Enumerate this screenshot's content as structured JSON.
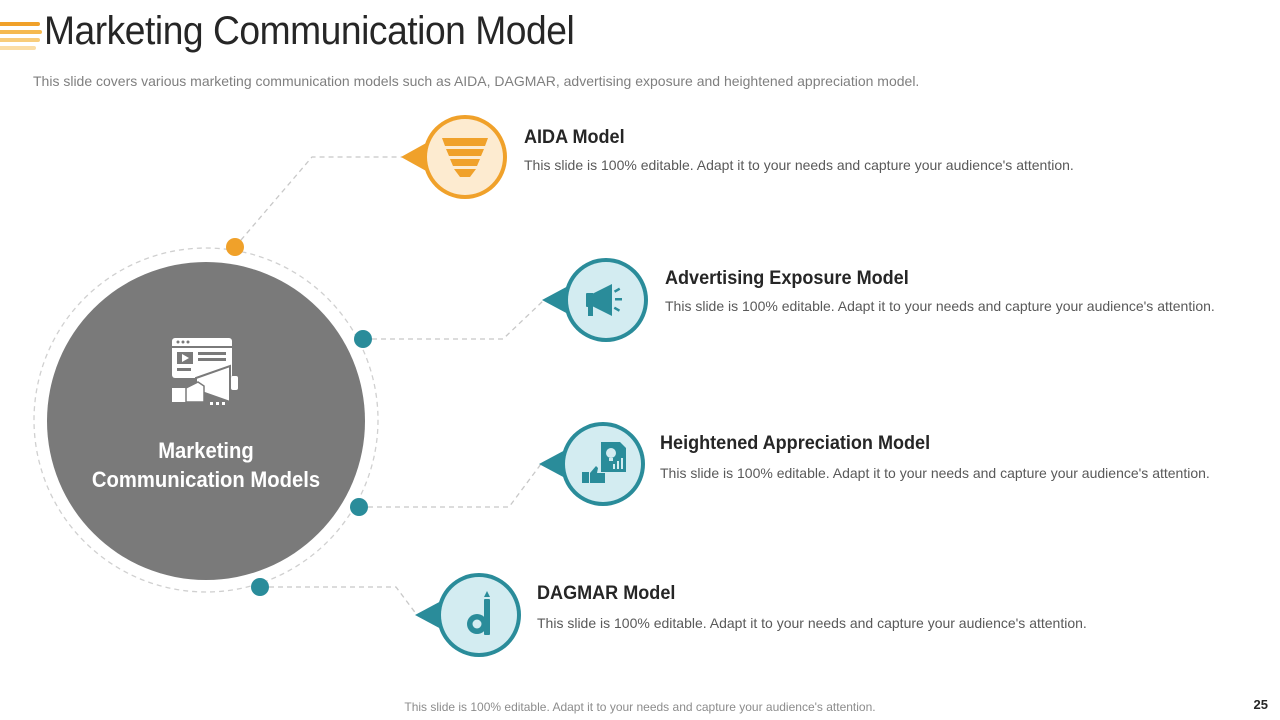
{
  "slide": {
    "title": "Marketing Communication Model",
    "subtitle": "This slide covers various marketing communication models such as AIDA,  DAGMAR, advertising exposure and heightened appreciation model.",
    "page_number": "25",
    "footer_note": "This slide is 100% editable. Adapt it to your needs and capture your audience's attention."
  },
  "center": {
    "label_line1": "Marketing",
    "label_line2": "Communication Models",
    "icon": "digital-marketing-megaphone-icon"
  },
  "items": [
    {
      "title": "AIDA Model",
      "description": "This slide is 100% editable. Adapt it to your needs and capture your audience's attention.",
      "icon": "funnel-icon",
      "color": "#F0A12A"
    },
    {
      "title": "Advertising Exposure Model",
      "description": "This slide is 100% editable. Adapt it to your needs and capture your audience's attention.",
      "icon": "megaphone-icon",
      "color": "#2A8C9A"
    },
    {
      "title": "Heightened Appreciation Model",
      "description": "This slide is 100% editable. Adapt it to your needs and capture your audience's attention.",
      "icon": "idea-thumbs-up-icon",
      "color": "#2A8C9A"
    },
    {
      "title": "DAGMAR Model",
      "description": "This slide is 100% editable. Adapt it to your needs and capture your audience's attention.",
      "icon": "letter-d-pencil-icon",
      "color": "#2A8C9A"
    }
  ],
  "colors": {
    "accent_orange": "#F0A12A",
    "accent_teal": "#2A8C9A",
    "center_gray": "#7A7A7A",
    "icon_fill_orange": "#FDEBD0",
    "icon_fill_teal": "#D3ECF1"
  }
}
